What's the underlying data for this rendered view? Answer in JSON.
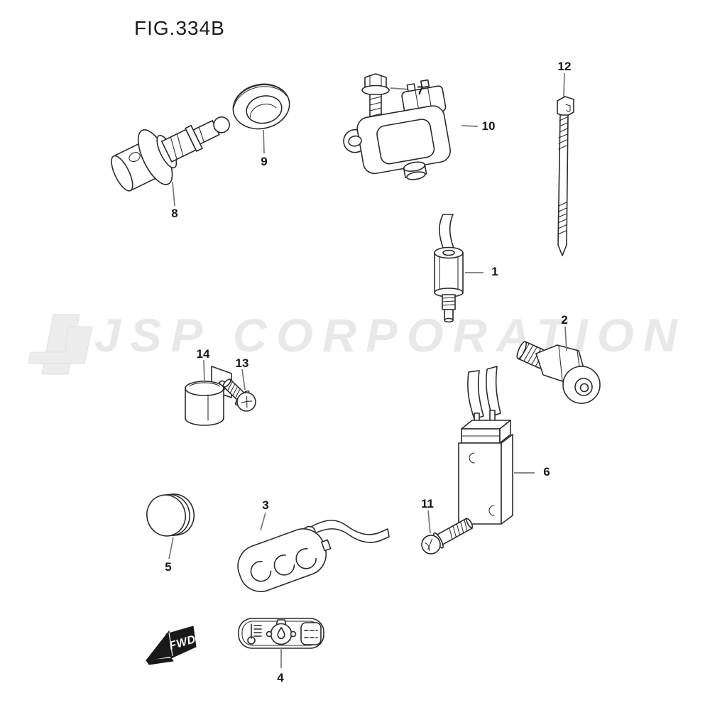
{
  "figure": {
    "title": "FIG.334B"
  },
  "watermark": {
    "text": "JSP CORPORATION",
    "color": "#e8e8e8"
  },
  "fwd": {
    "text": "FWD"
  },
  "colors": {
    "line": "#2a2a2a",
    "leader": "#777777",
    "label_text": "#151515",
    "watermark": "#e8e8e8",
    "fwd_bg": "#191919"
  },
  "label_plate_icons": [
    "thermometer-icon",
    "oil-drop-icon",
    "battery-icon"
  ],
  "parts": [
    {
      "label": "1"
    },
    {
      "label": "2"
    },
    {
      "label": "3"
    },
    {
      "label": "4"
    },
    {
      "label": "5"
    },
    {
      "label": "6"
    },
    {
      "label": "7"
    },
    {
      "label": "8"
    },
    {
      "label": "9"
    },
    {
      "label": "10"
    },
    {
      "label": "11"
    },
    {
      "label": "12"
    },
    {
      "label": "13"
    },
    {
      "label": "14"
    }
  ]
}
